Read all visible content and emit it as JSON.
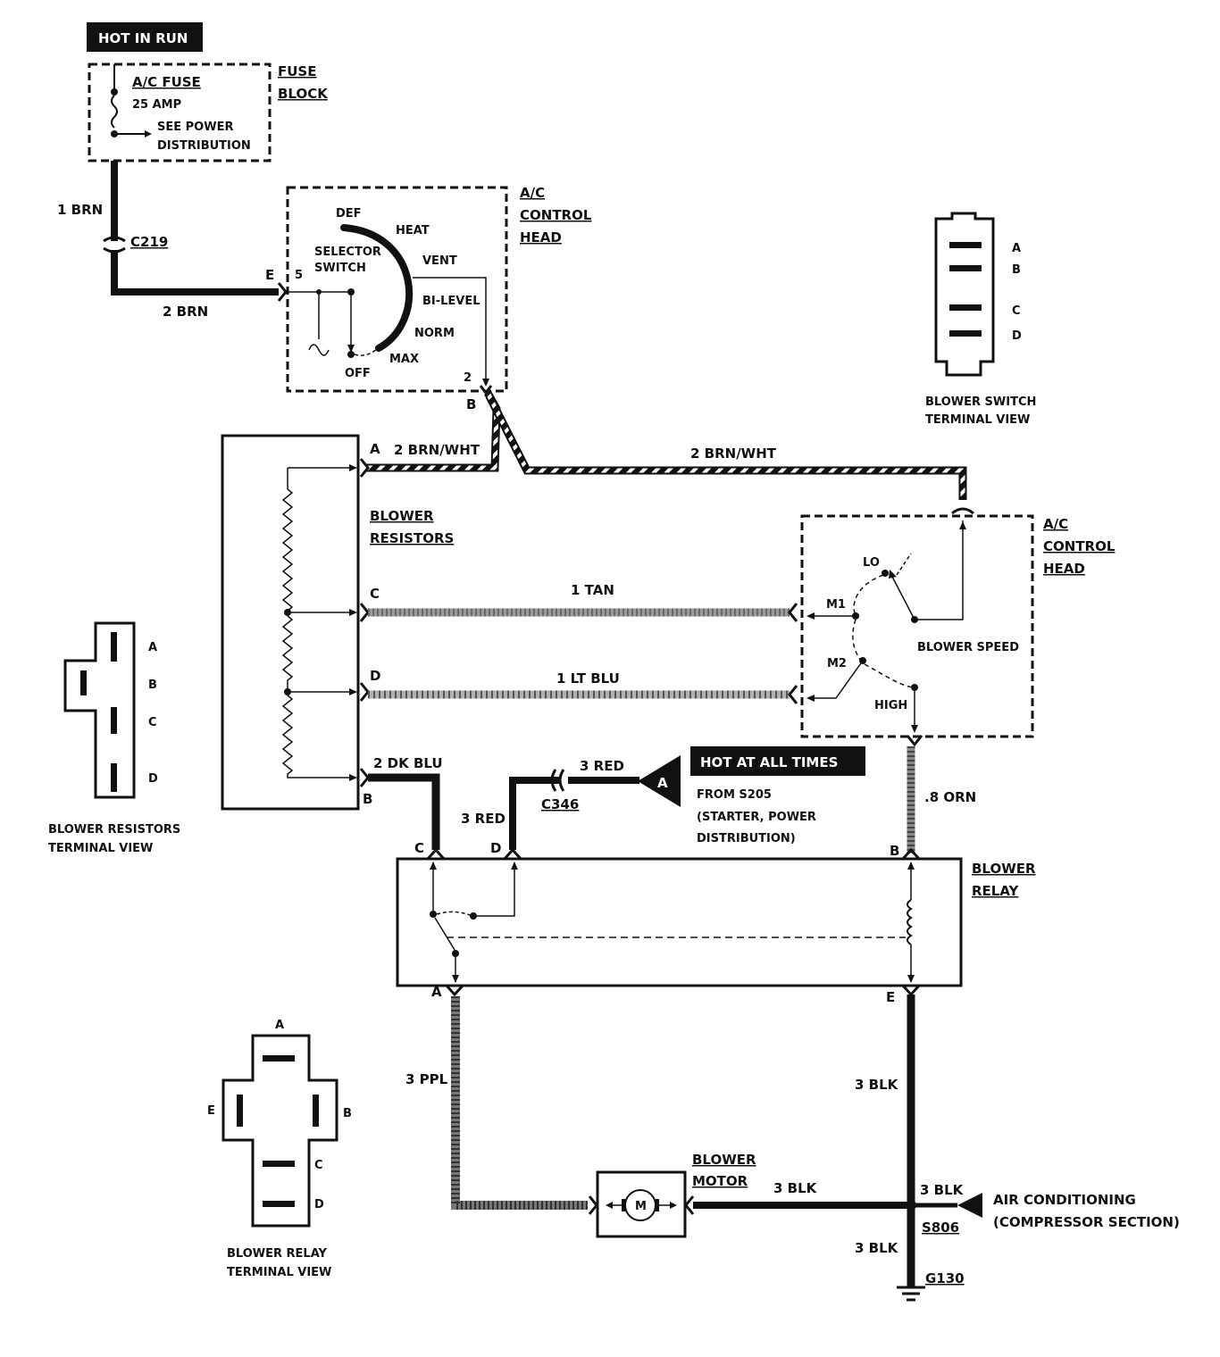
{
  "banners": {
    "hot_in_run": "HOT IN RUN",
    "hot_at_all_times": "HOT AT ALL TIMES"
  },
  "fuse_block": {
    "title_line1": "FUSE",
    "title_line2": "BLOCK",
    "fuse_name": "A/C FUSE",
    "fuse_rating": "25 AMP",
    "note_line1": "SEE POWER",
    "note_line2": "DISTRIBUTION"
  },
  "control_head_top": {
    "title_line1": "A/C",
    "title_line2": "CONTROL",
    "title_line3": "HEAD",
    "selector_line1": "SELECTOR",
    "selector_line2": "SWITCH",
    "positions": [
      "DEF",
      "HEAT",
      "VENT",
      "BI-LEVEL",
      "NORM",
      "MAX",
      "OFF"
    ],
    "pin_in": "5",
    "pin_out": "2"
  },
  "control_head_right": {
    "title_line1": "A/C",
    "title_line2": "CONTROL",
    "title_line3": "HEAD",
    "lo": "LO",
    "m1": "M1",
    "m2": "M2",
    "high": "HIGH",
    "blower_speed": "BLOWER SPEED"
  },
  "connectors": {
    "c219": "C219",
    "c346": "C346",
    "s806": "S806",
    "g130": "G130",
    "pin_e": "E",
    "pin_b": "B"
  },
  "wires": {
    "w_1brn": "1 BRN",
    "w_2brn": "2 BRN",
    "w_2brnwht_left": "2 BRN/WHT",
    "w_2brnwht_right": "2 BRN/WHT",
    "w_1tan": "1 TAN",
    "w_1ltblu": "1 LT BLU",
    "w_2dkblu": "2 DK BLU",
    "w_3red_top": "3 RED",
    "w_3red_side": "3 RED",
    "w_8orn": ".8 ORN",
    "w_3ppl": "3 PPL",
    "w_3blk_relay": "3 BLK",
    "w_3blk_motor": "3 BLK",
    "w_3blk_ac": "3 BLK",
    "w_3blk_ground": "3 BLK"
  },
  "blower_resistors": {
    "title_line1": "BLOWER",
    "title_line2": "RESISTORS",
    "pins": [
      "A",
      "C",
      "D",
      "B"
    ]
  },
  "blower_relay": {
    "title_line1": "BLOWER",
    "title_line2": "RELAY",
    "pins": [
      "C",
      "D",
      "B",
      "A",
      "E"
    ]
  },
  "blower_motor": {
    "title_line1": "BLOWER",
    "title_line2": "MOTOR",
    "symbol": "M"
  },
  "from_s205": {
    "line1": "FROM S205",
    "line2": "(STARTER, POWER",
    "line3": "DISTRIBUTION)",
    "ref": "A"
  },
  "air_conditioning": {
    "line1": "AIR CONDITIONING",
    "line2": "(COMPRESSOR SECTION)"
  },
  "terminal_views": {
    "blower_switch": {
      "line1": "BLOWER SWITCH",
      "line2": "TERMINAL VIEW",
      "pins": [
        "A",
        "B",
        "C",
        "D"
      ]
    },
    "blower_resistors": {
      "line1": "BLOWER RESISTORS",
      "line2": "TERMINAL VIEW",
      "pins": [
        "A",
        "B",
        "C",
        "D"
      ]
    },
    "blower_relay": {
      "line1": "BLOWER RELAY",
      "line2": "TERMINAL VIEW",
      "pins": [
        "A",
        "E",
        "B",
        "C",
        "D"
      ]
    }
  }
}
